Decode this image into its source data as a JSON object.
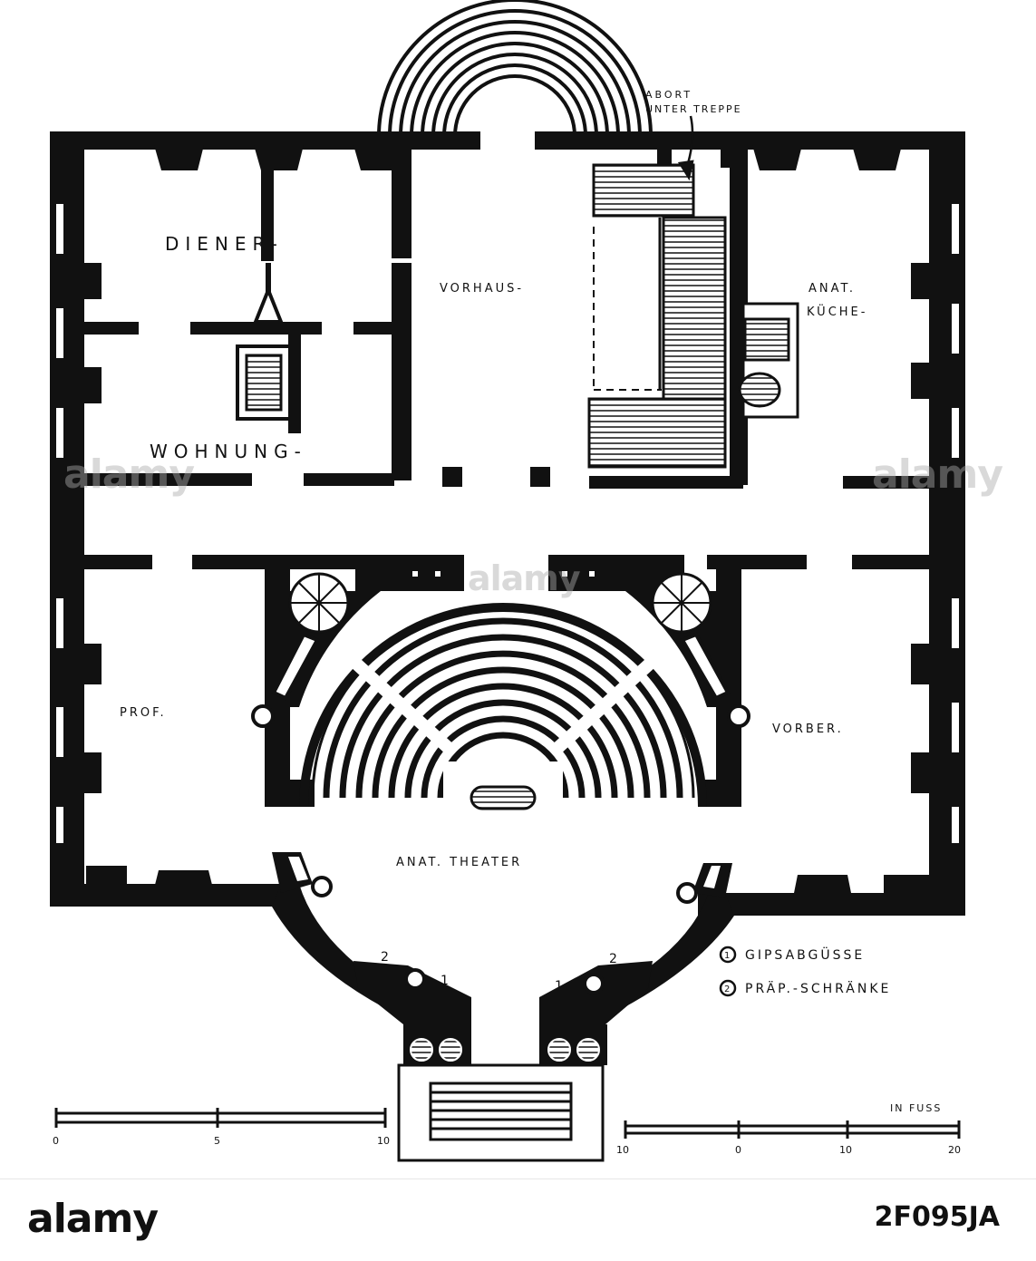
{
  "plan": {
    "rooms": {
      "diener": "DIENER-",
      "wohnung": "WOHNUNG-",
      "vorhaus": "VORHAUS-",
      "anat_kueche_1": "ANAT.",
      "anat_kueche_2": "KÜCHE-",
      "prof": "PROF.",
      "vorber": "VORBER.",
      "theater": "ANAT. THEATER"
    },
    "abort_line1": "ABORT",
    "abort_line2": "UNTER TREPPE",
    "legend": [
      {
        "marker": "1",
        "label": "GIPSABGÜSSE"
      },
      {
        "marker": "2",
        "label": "PRÄP.-SCHRÄNKE"
      }
    ],
    "markers": {
      "one": "1",
      "two": "2"
    },
    "scale_left": {
      "ticks": [
        "0",
        "5",
        "10"
      ]
    },
    "scale_right": {
      "unit": "IN FUSS",
      "ticks": [
        "10",
        "0",
        "10",
        "20"
      ]
    }
  },
  "footer": {
    "logo": "alamy",
    "image_id": "2F095JA",
    "watermark": "alamy"
  },
  "colors": {
    "ink": "#111111",
    "paper": "#ffffff"
  }
}
